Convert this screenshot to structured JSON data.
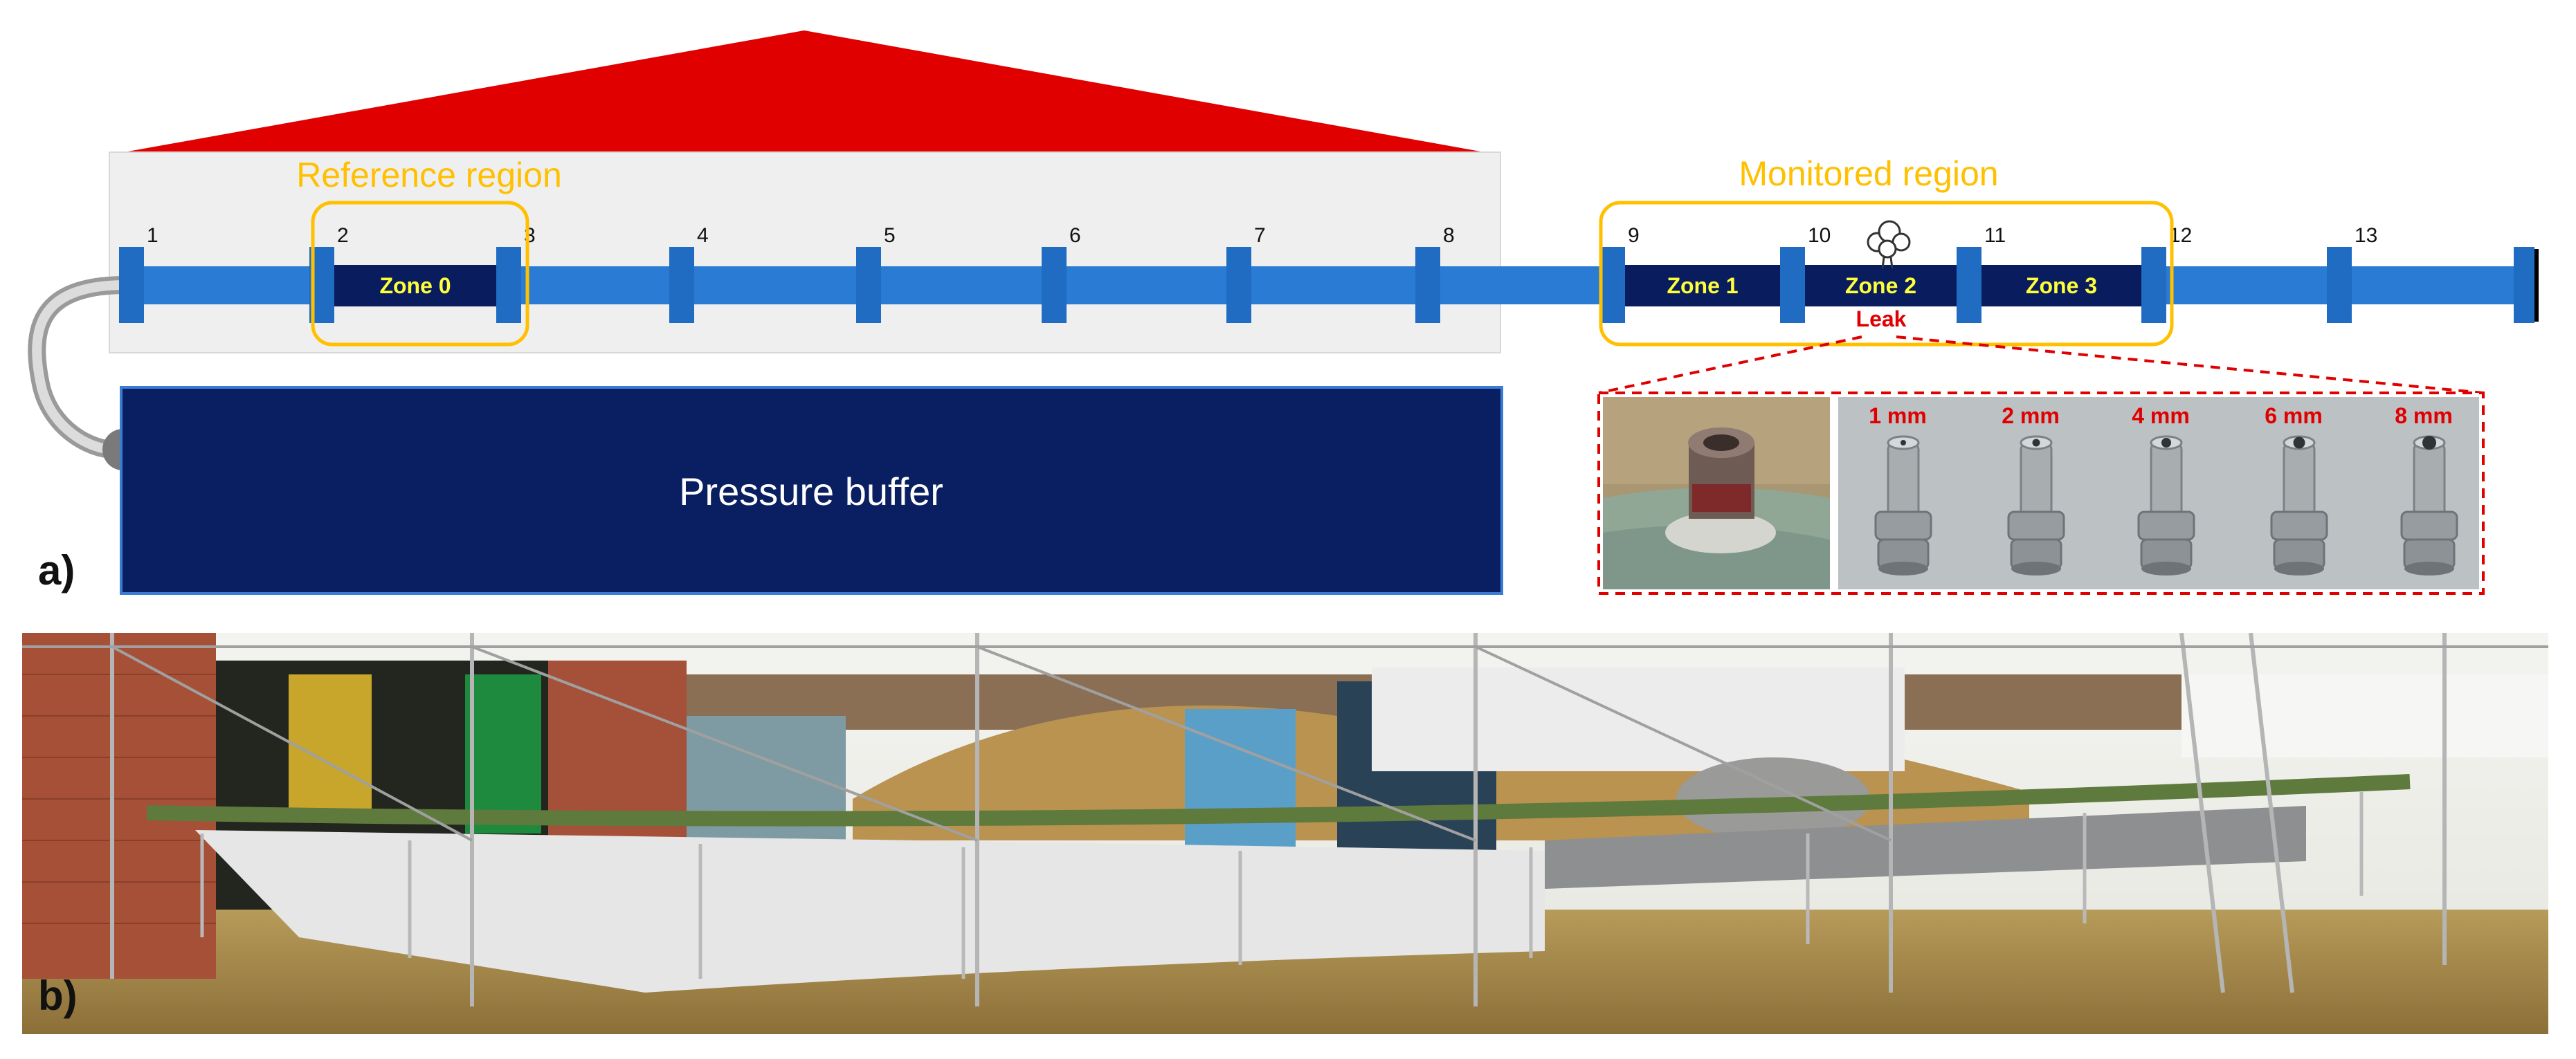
{
  "panels": {
    "a": "a)",
    "b": "b)"
  },
  "regions": {
    "reference": "Reference region",
    "monitored": "Monitored region"
  },
  "zones": [
    "Zone 0",
    "Zone 1",
    "Zone 2",
    "Zone 3"
  ],
  "flange_numbers": [
    "1",
    "2",
    "3",
    "4",
    "5",
    "6",
    "7",
    "8",
    "9",
    "10",
    "11",
    "12",
    "13"
  ],
  "pressure_buffer": "Pressure buffer",
  "leak": "Leak",
  "nozzle_sizes": [
    "1 mm",
    "2 mm",
    "4 mm",
    "6 mm",
    "8 mm"
  ],
  "colors": {
    "pipe": "#2a7bd4",
    "flange": "#1f6cc2",
    "zone": "#081c5e",
    "zone_text": "#ffff3a",
    "region_outline": "#ffc000",
    "roof": "#e00000",
    "leak": "#e00000",
    "buffer": "#0a1f61",
    "reference_bg": "#efefef"
  }
}
